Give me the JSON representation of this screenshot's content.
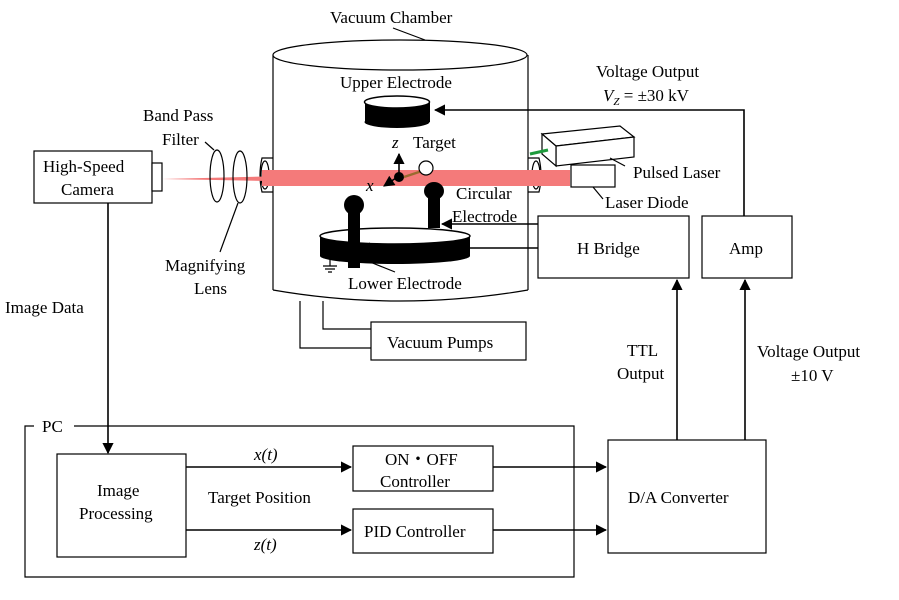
{
  "labels": {
    "vacuum_chamber": "Vacuum Chamber",
    "upper_electrode": "Upper Electrode",
    "lower_electrode": "Lower Electrode",
    "circular_electrode_1": "Circular",
    "circular_electrode_2": "Electrode",
    "target": "Target",
    "axis_z": "z",
    "axis_x": "x",
    "band_pass_filter_1": "Band Pass",
    "band_pass_filter_2": "Filter",
    "magnifying_lens_1": "Magnifying",
    "magnifying_lens_2": "Lens",
    "high_speed_camera_1": "High-Speed",
    "high_speed_camera_2": "Camera",
    "pulsed_laser": "Pulsed Laser",
    "laser_diode": "Laser Diode",
    "voltage_output_top_1": "Voltage Output",
    "voltage_output_top_2": "V_Z = ±30 kV",
    "h_bridge": "H Bridge",
    "amp": "Amp",
    "vacuum_pumps": "Vacuum Pumps",
    "image_data": "Image Data",
    "ttl_output_1": "TTL",
    "ttl_output_2": "Output",
    "voltage_output_right_1": "Voltage Output",
    "voltage_output_right_2": "±10 V",
    "pc": "PC",
    "image_processing_1": "Image",
    "image_processing_2": "Processing",
    "target_position": "Target Position",
    "x_t": "x(t)",
    "z_t": "z(t)",
    "on_off_controller_1": "ON・OFF",
    "on_off_controller_2": "Controller",
    "pid_controller": "PID Controller",
    "da_converter": "D/A Converter"
  },
  "colors": {
    "laser_beam": "#f47a7a",
    "pulsed_laser_beam": "#1e9a3c",
    "lines": "#000000"
  }
}
